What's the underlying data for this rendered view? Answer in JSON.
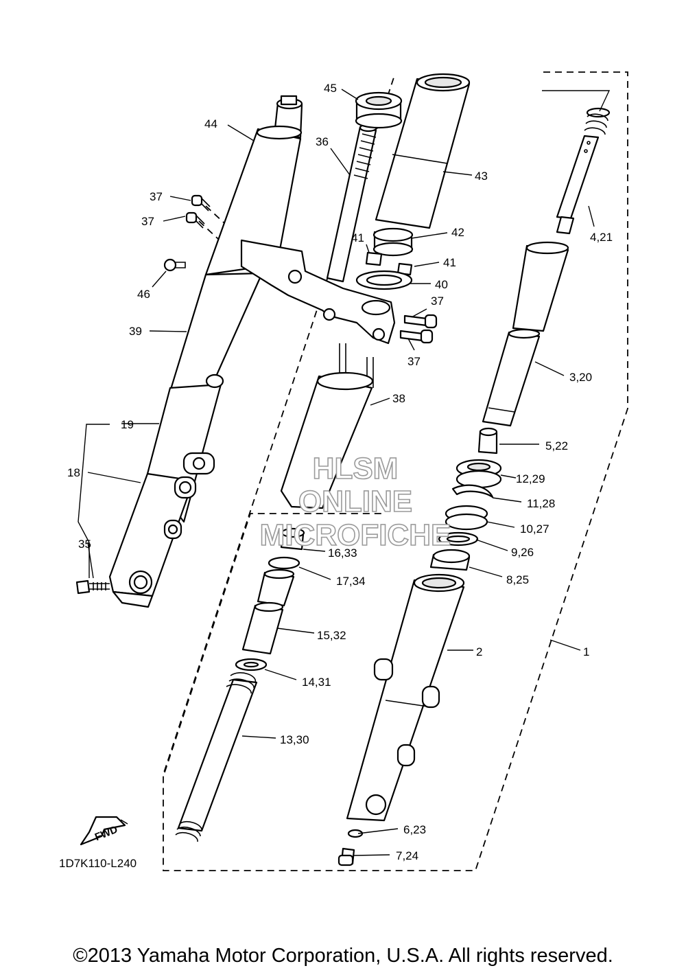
{
  "diagram": {
    "code": "1D7K110-L240",
    "fwd_label": "FWD",
    "watermark": [
      "HLSM",
      "ONLINE",
      "MICROFICHE"
    ],
    "labels": [
      {
        "id": "1",
        "text": "1"
      },
      {
        "id": "2",
        "text": "2"
      },
      {
        "id": "3",
        "text": "3,20"
      },
      {
        "id": "4",
        "text": "4,21"
      },
      {
        "id": "5",
        "text": "5,22"
      },
      {
        "id": "6",
        "text": "6,23"
      },
      {
        "id": "7",
        "text": "7,24"
      },
      {
        "id": "8",
        "text": "8,25"
      },
      {
        "id": "9",
        "text": "9,26"
      },
      {
        "id": "10",
        "text": "10,27"
      },
      {
        "id": "11",
        "text": "11,28"
      },
      {
        "id": "12",
        "text": "12,29"
      },
      {
        "id": "13",
        "text": "13,30"
      },
      {
        "id": "14",
        "text": "14,31"
      },
      {
        "id": "15",
        "text": "15,32"
      },
      {
        "id": "16",
        "text": "16,33"
      },
      {
        "id": "17",
        "text": "17,34"
      },
      {
        "id": "18",
        "text": "18"
      },
      {
        "id": "19",
        "text": "19"
      },
      {
        "id": "35",
        "text": "35"
      },
      {
        "id": "36",
        "text": "36"
      },
      {
        "id": "37a",
        "text": "37"
      },
      {
        "id": "37b",
        "text": "37"
      },
      {
        "id": "37c",
        "text": "37"
      },
      {
        "id": "37d",
        "text": "37"
      },
      {
        "id": "38",
        "text": "38"
      },
      {
        "id": "39",
        "text": "39"
      },
      {
        "id": "40",
        "text": "40"
      },
      {
        "id": "41a",
        "text": "41"
      },
      {
        "id": "41b",
        "text": "41"
      },
      {
        "id": "42",
        "text": "42"
      },
      {
        "id": "43",
        "text": "43"
      },
      {
        "id": "44",
        "text": "44"
      },
      {
        "id": "45",
        "text": "45"
      },
      {
        "id": "46",
        "text": "46"
      }
    ]
  },
  "footer": {
    "copyright": "©2013 Yamaha Motor Corporation, U.S.A. All rights reserved."
  }
}
